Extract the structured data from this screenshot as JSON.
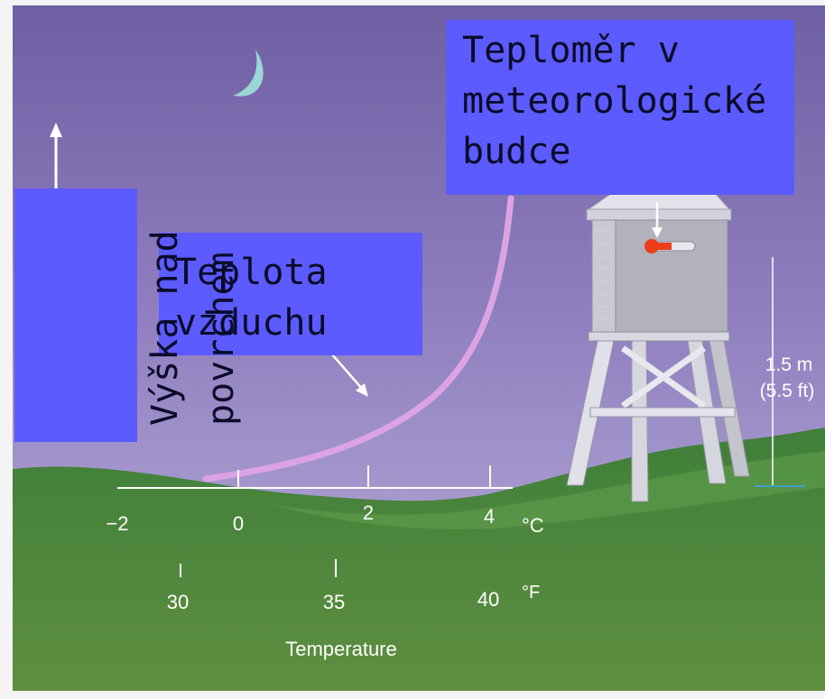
{
  "labels": {
    "thermometer_callout": [
      "Teploměr v",
      "meteorologické",
      "budce"
    ],
    "air_temperature_callout": [
      "Teplota",
      "vzduchu"
    ],
    "height_callout": [
      "Výška nad",
      "povrchem"
    ],
    "shelter_height": [
      "1.5 m",
      "(5.5 ft)"
    ]
  },
  "axis": {
    "celsius_ticks": [
      "−2",
      "0",
      "2",
      "4"
    ],
    "celsius_unit": "°C",
    "fahrenheit_ticks": [
      "30",
      "35",
      "40"
    ],
    "fahrenheit_unit": "°F",
    "title": "Temperature"
  },
  "colors": {
    "sky_top": "#6f5fa3",
    "sky_bottom": "#b7aad8",
    "ground": "#4b8a3a",
    "callout": "#5b5bff",
    "curve": "#dca3e3"
  }
}
